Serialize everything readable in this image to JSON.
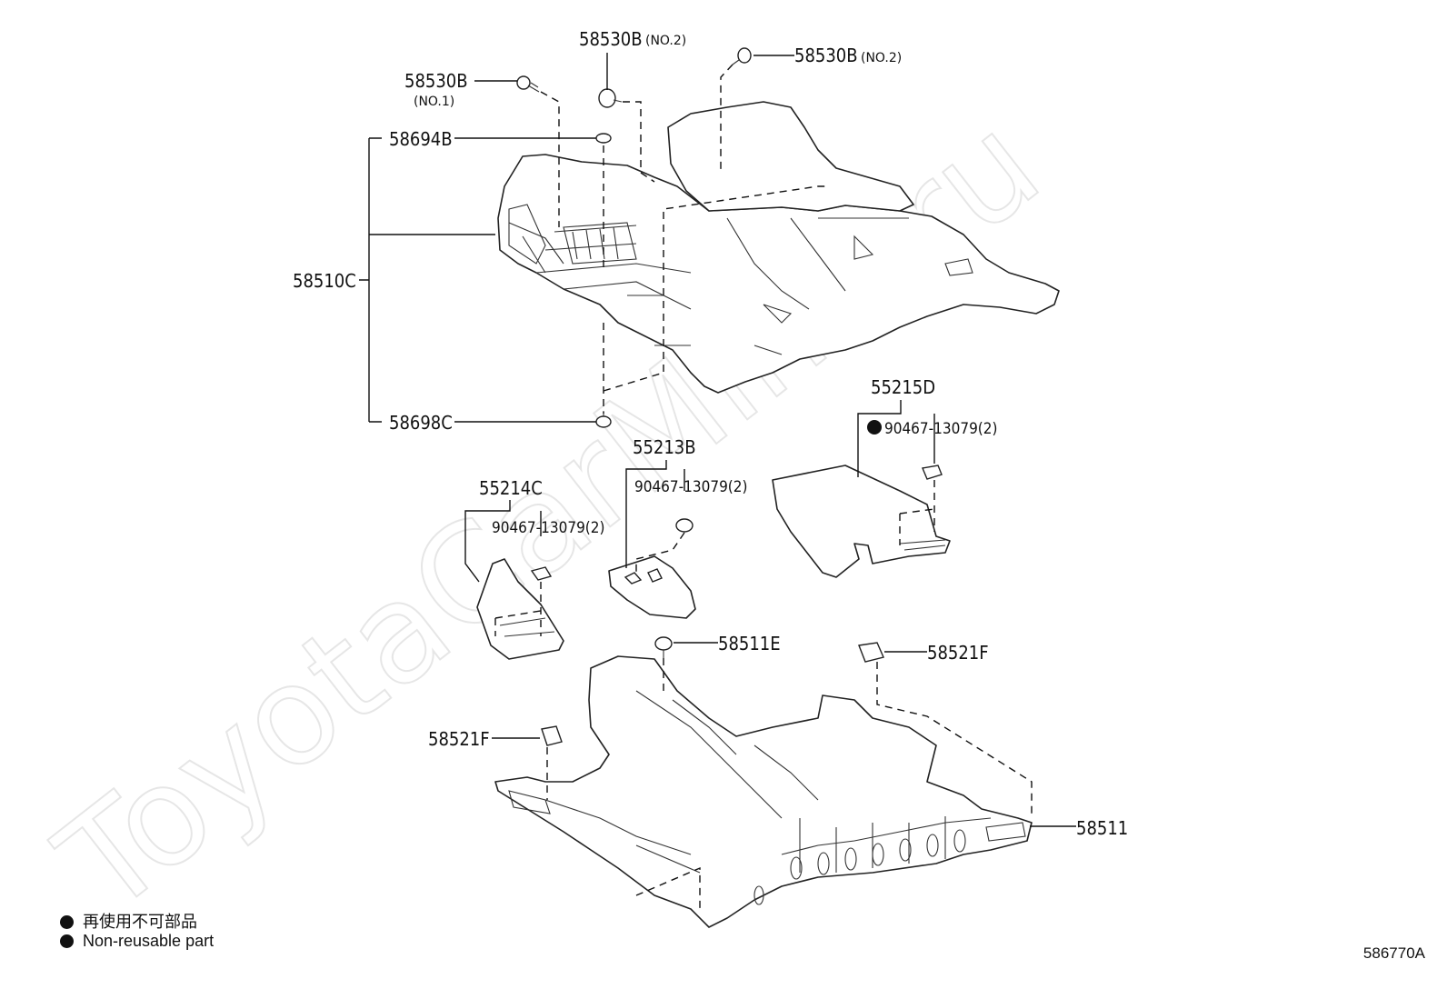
{
  "watermark": "ToyotaCarMine.ru",
  "labels": {
    "p58530B_no2_top": "58530B",
    "no2_top": "(NO.2)",
    "p58530B_no2_right": "58530B",
    "no2_right": "(NO.2)",
    "p58530B_no1": "58530B",
    "no1": "(NO.1)",
    "p58694B": "58694B",
    "p58510C": "58510C",
    "p58698C": "58698C",
    "p55215D": "55215D",
    "p90467_d": "90467-13079(2)",
    "p55213B": "55213B",
    "p90467_b": "90467-13079(2)",
    "p55214C": "55214C",
    "p90467_c": "90467-13079(2)",
    "p58511E": "58511E",
    "p58521F_right": "58521F",
    "p58521F_left": "58521F",
    "p58511": "58511"
  },
  "legend": {
    "line1": "再使用不可部品",
    "line2": "Non-reusable part"
  },
  "diagram_code": "586770A"
}
